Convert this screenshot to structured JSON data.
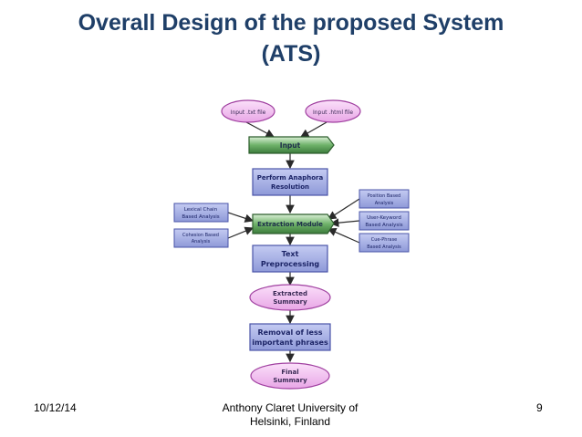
{
  "slide": {
    "title_line1": "Overall Design of the proposed System",
    "title_line2": "(ATS)",
    "footer_date": "10/12/14",
    "footer_org_line1": "Anthony Claret University of",
    "footer_org_line2": "Helsinki, Finland",
    "footer_page": "9"
  },
  "diagram": {
    "input_txt": "Input .txt file",
    "input_html": "Input .html file",
    "input": "Input",
    "anaphora_line1": "Perform Anaphora",
    "anaphora_line2": "Resolution",
    "extraction": "Extraction Module",
    "lexical_line1": "Lexical Chain",
    "lexical_line2": "Based Analysis",
    "cohesion_line1": "Cohesion Based",
    "cohesion_line2": "Analysis",
    "position_line1": "Position Based",
    "position_line2": "Analysis",
    "userkw_line1": "User-Keyword",
    "userkw_line2": "Based Analysis",
    "cue_line1": "Cue-Phrase",
    "cue_line2": "Based Analysis",
    "preproc_line1": "Text",
    "preproc_line2": "Preprocessing",
    "extracted_line1": "Extracted",
    "extracted_line2": "Summary",
    "removal_line1": "Removal of less",
    "removal_line2": "important phrases",
    "final_line1": "Final",
    "final_line2": "Summary"
  },
  "colors": {
    "title": "#1f3f68",
    "box_fill": "#a9b3e6",
    "box_stroke": "#4a54a8",
    "oval_fill": "#f4c6f2",
    "oval_stroke": "#a040a0",
    "green_fill": "#4f9a4f",
    "arrow": "#2a2a2a"
  }
}
